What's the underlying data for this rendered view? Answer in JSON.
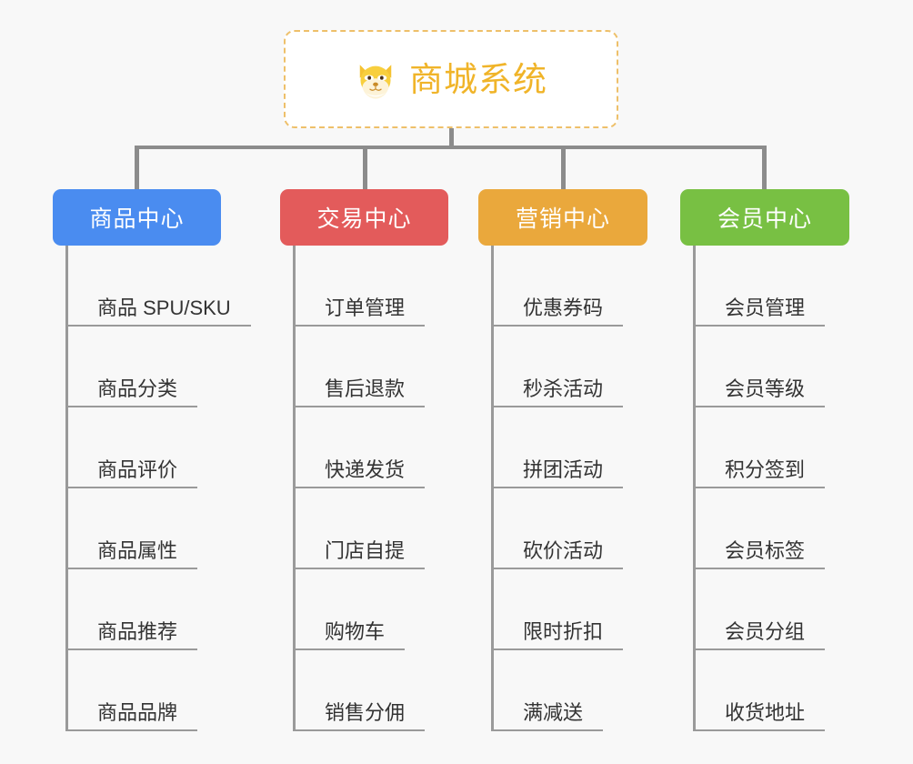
{
  "root": {
    "title": "商城系统",
    "icon": "shiba-dog-icon",
    "text_color": "#f0b429",
    "border_color": "#eec06a",
    "background": "#ffffff"
  },
  "canvas": {
    "background": "#f8f8f8",
    "connector_color": "#8c8c8c"
  },
  "columns": [
    {
      "header": "商品中心",
      "color": "#4a8cf0",
      "items": [
        "商品 SPU/SKU",
        "商品分类",
        "商品评价",
        "商品属性",
        "商品推荐",
        "商品品牌"
      ]
    },
    {
      "header": "交易中心",
      "color": "#e35b5b",
      "items": [
        "订单管理",
        "售后退款",
        "快递发货",
        "门店自提",
        "购物车",
        "销售分佣"
      ]
    },
    {
      "header": "营销中心",
      "color": "#eaa83c",
      "items": [
        "优惠券码",
        "秒杀活动",
        "拼团活动",
        "砍价活动",
        "限时折扣",
        "满减送"
      ]
    },
    {
      "header": "会员中心",
      "color": "#78c043",
      "items": [
        "会员管理",
        "会员等级",
        "积分签到",
        "会员标签",
        "会员分组",
        "收货地址"
      ]
    }
  ]
}
